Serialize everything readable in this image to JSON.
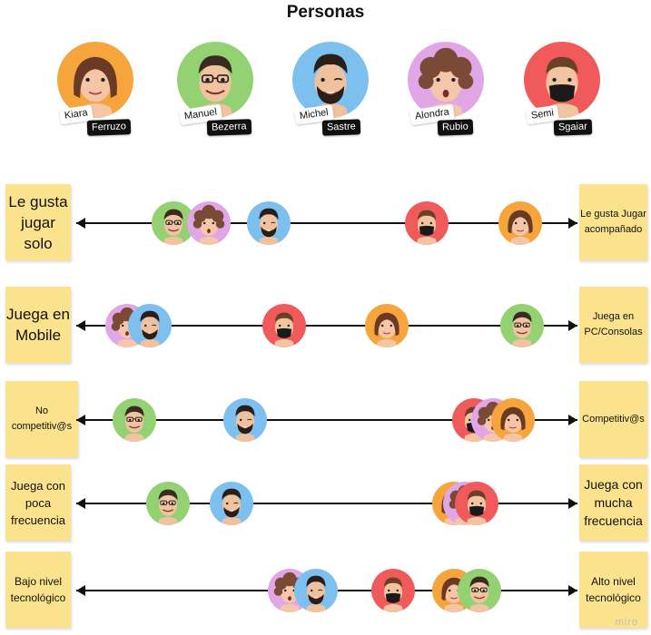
{
  "title": "Personas",
  "personas": [
    {
      "id": "kiara",
      "first": "Kiara",
      "last": "Ferruzo",
      "bg": "#f6a53c",
      "hair": "#6b3a24",
      "skin": "#f5c6a6"
    },
    {
      "id": "manuel",
      "first": "Manuel",
      "last": "Bezerra",
      "bg": "#93d173",
      "hair": "#3a2a22",
      "skin": "#f1c3a0"
    },
    {
      "id": "michel",
      "first": "Michel",
      "last": "Sastre",
      "bg": "#7dc0f0",
      "hair": "#2b1d18",
      "skin": "#f0c19f"
    },
    {
      "id": "alondra",
      "first": "Alondra",
      "last": "Rubio",
      "bg": "#e1a6e6",
      "hair": "#7a4a36",
      "skin": "#f5c7aa"
    },
    {
      "id": "semi",
      "first": "Semi",
      "last": "Sgaiar",
      "bg": "#f15a5a",
      "hair": "#6a4029",
      "skin": "#f2c4a2"
    }
  ],
  "scales": [
    {
      "left": "Le gusta jugar solo",
      "right": "Le gusta Jugar acompañado",
      "order": [
        [
          "manuel",
          0.162
        ],
        [
          "alondra",
          0.24
        ],
        [
          "michel",
          0.371
        ],
        [
          "semi",
          0.72
        ],
        [
          "kiara",
          0.925
        ]
      ]
    },
    {
      "left": "Juega en Mobile",
      "right": "Juega en PC/Consolas",
      "order": [
        [
          "alondra",
          0.06
        ],
        [
          "michel",
          0.11
        ],
        [
          "semi",
          0.406
        ],
        [
          "kiara",
          0.632
        ],
        [
          "manuel",
          0.93
        ]
      ]
    },
    {
      "left": "No competitiv@s",
      "right": "Competitiv@s",
      "order": [
        [
          "manuel",
          0.076
        ],
        [
          "michel",
          0.32
        ],
        [
          "semi",
          0.824
        ],
        [
          "alondra",
          0.865
        ],
        [
          "kiara",
          0.91
        ]
      ]
    },
    {
      "left": "Juega con poca frecuencia",
      "right": "Juega con mucha frecuencia",
      "order": [
        [
          "manuel",
          0.15
        ],
        [
          "michel",
          0.29
        ],
        [
          "kiara",
          0.78
        ],
        [
          "alondra",
          0.803
        ],
        [
          "semi",
          0.83
        ]
      ]
    },
    {
      "left": "Bajo nivel tecnológico",
      "right": "Alto nivel tecnológico",
      "order": [
        [
          "alondra",
          0.418
        ],
        [
          "michel",
          0.475
        ],
        [
          "semi",
          0.645
        ],
        [
          "kiara",
          0.78
        ],
        [
          "manuel",
          0.835
        ]
      ]
    }
  ],
  "watermark": "miro"
}
